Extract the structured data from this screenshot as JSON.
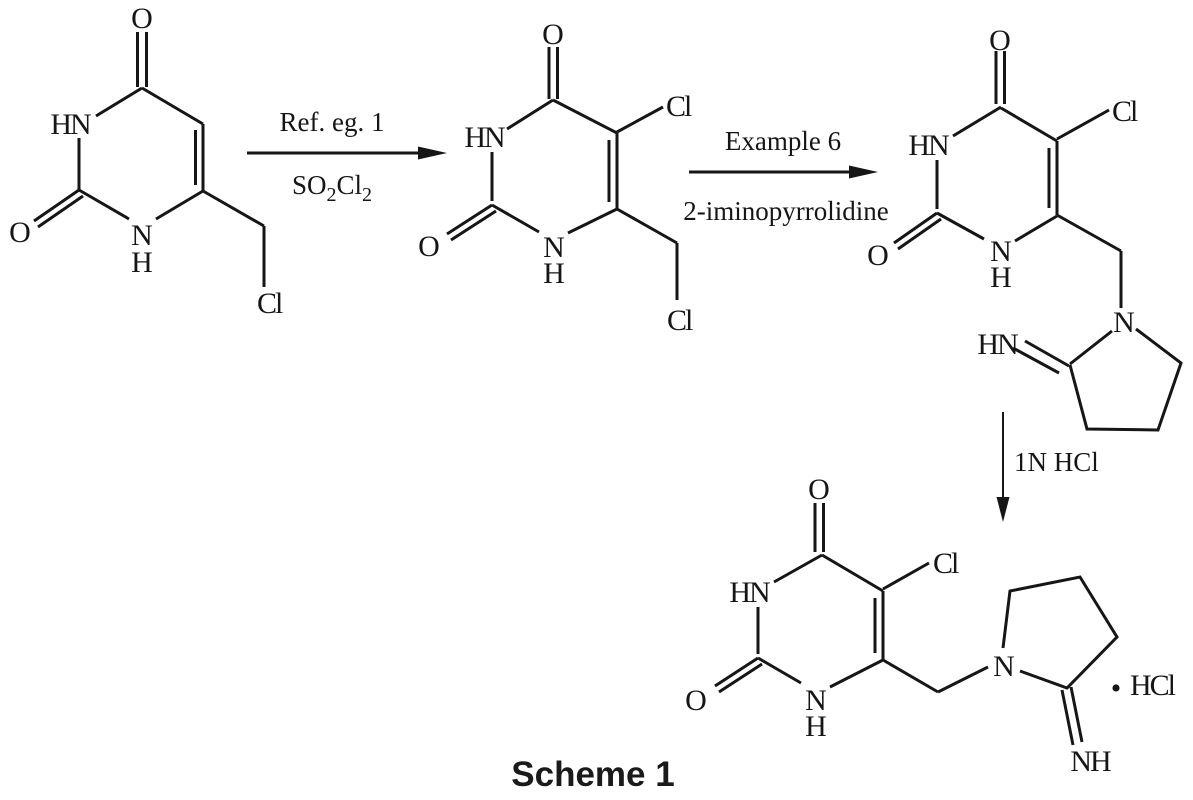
{
  "caption": "Scheme 1",
  "steps": {
    "step1": {
      "top": "Ref. eg. 1",
      "reagent_main1": "SO",
      "reagent_sub1": "2",
      "reagent_main2": "Cl",
      "reagent_sub2": "2"
    },
    "step2": {
      "top": "Example 6",
      "bottom": "2-iminopyrrolidine"
    },
    "step3": {
      "side": "1N HCl"
    }
  },
  "compounds": {
    "c1": {
      "o_top": "O",
      "nh_left": "HN",
      "o_left": "O",
      "n_bottom": "N",
      "h_bottom": "H",
      "cl_chain": "Cl"
    },
    "c2": {
      "o_top": "O",
      "nh_left": "HN",
      "o_left": "O",
      "n_bottom": "N",
      "h_bottom": "H",
      "cl_ring": "Cl",
      "cl_chain": "Cl"
    },
    "c3": {
      "o_top": "O",
      "nh_left": "HN",
      "o_left": "O",
      "n_bottom": "N",
      "h_bottom": "H",
      "cl_ring": "Cl",
      "n_pyrrolidine": "N",
      "hn_imino": "HN"
    },
    "c4": {
      "o_top": "O",
      "nh_left": "HN",
      "o_left": "O",
      "n_bottom": "N",
      "h_bottom": "H",
      "cl_ring": "Cl",
      "n_pyrrolidine": "N",
      "nh_imino": "NH",
      "salt_dot": "•",
      "salt_formula": "HCl"
    }
  }
}
